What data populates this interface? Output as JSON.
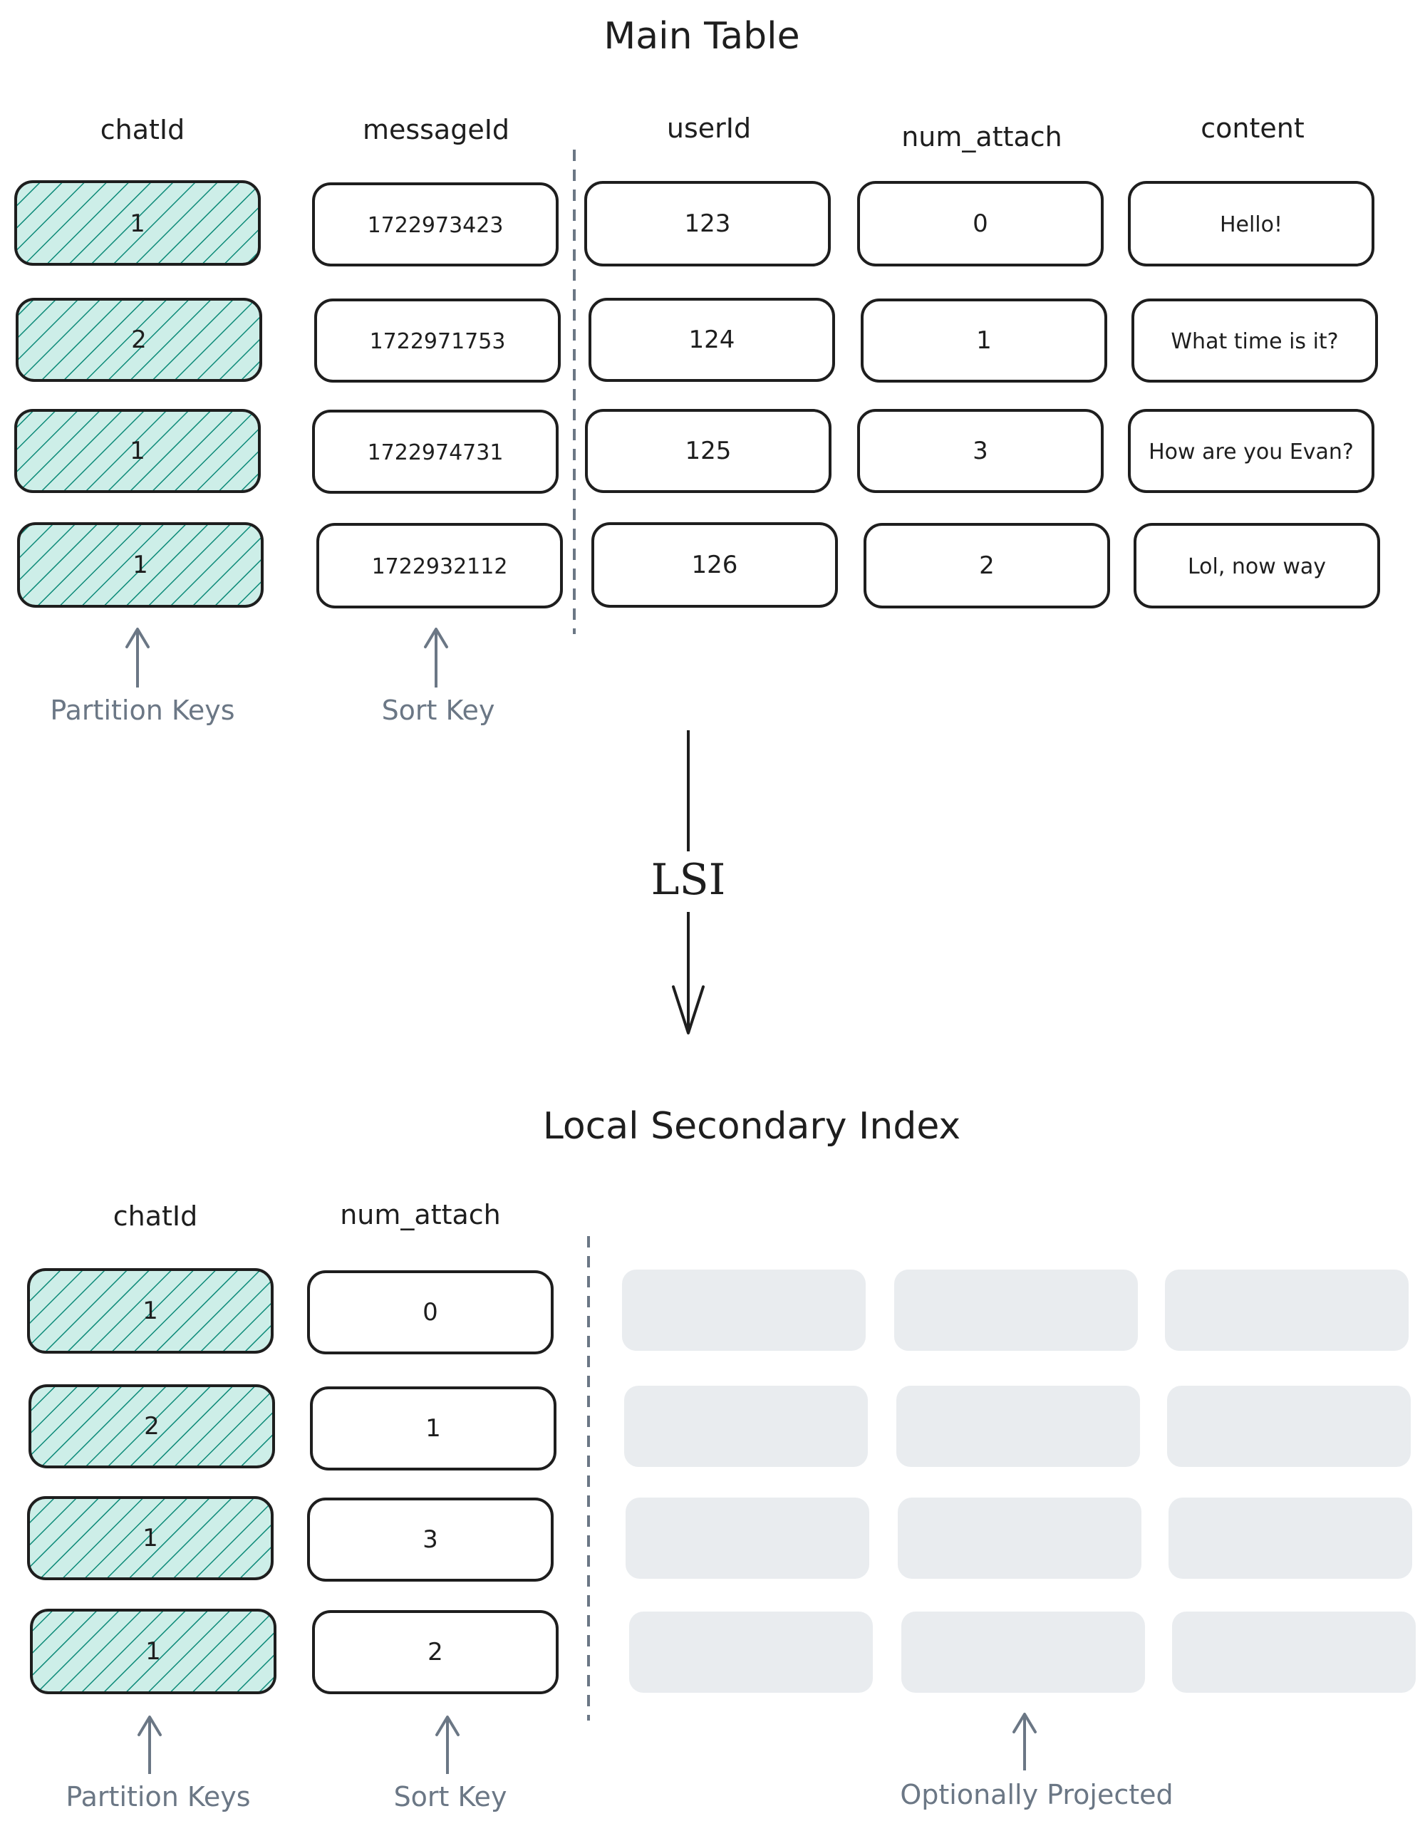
{
  "main_table": {
    "title": "Main Table",
    "columns": [
      "chatId",
      "messageId",
      "userId",
      "num_attach",
      "content"
    ],
    "rows": [
      [
        "1",
        "1722973423",
        "123",
        "0",
        "Hello!"
      ],
      [
        "2",
        "1722971753",
        "124",
        "1",
        "What time is it?"
      ],
      [
        "1",
        "1722974731",
        "125",
        "3",
        "How are you Evan?"
      ],
      [
        "1",
        "1722932112",
        "126",
        "2",
        "Lol, now way"
      ]
    ],
    "annotations": {
      "partition": "Partition Keys",
      "sort": "Sort Key"
    }
  },
  "arrow": {
    "label": "LSI"
  },
  "index_table": {
    "title": "Local Secondary Index",
    "columns": [
      "chatId",
      "num_attach"
    ],
    "rows": [
      [
        "1",
        "0"
      ],
      [
        "2",
        "1"
      ],
      [
        "1",
        "3"
      ],
      [
        "1",
        "2"
      ]
    ],
    "annotations": {
      "partition": "Partition Keys",
      "sort": "Sort Key",
      "projected": "Optionally Projected"
    }
  },
  "colors": {
    "stroke": "#1e1e1e",
    "hatch": "#0c8a78",
    "hatch_bg": "#cdeee8",
    "annotation": "#6b7785",
    "divider": "#6b7785",
    "placeholder": "#e9ecef"
  }
}
